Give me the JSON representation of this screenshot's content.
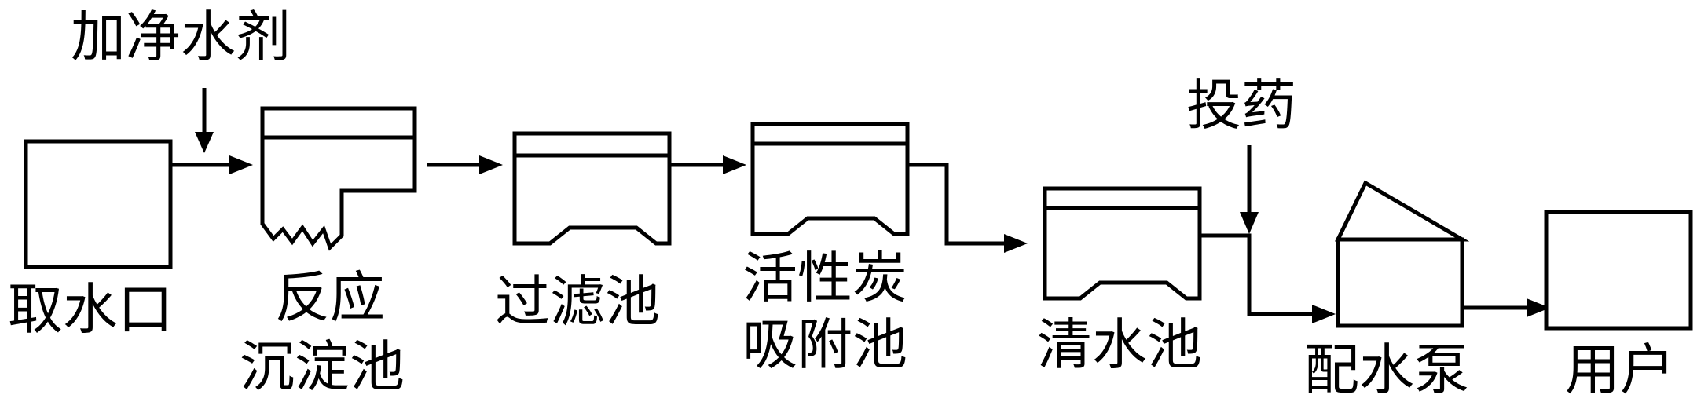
{
  "inputs": {
    "coagulant": "加净水剂",
    "dosing": "投药"
  },
  "stages": {
    "intake": "取水口",
    "reaction_line1": "反应",
    "reaction_line2": "沉淀池",
    "filter": "过滤池",
    "carbon_line1": "活性炭",
    "carbon_line2": "吸附池",
    "clear_water": "清水池",
    "pump": "配水泵",
    "user": "用户"
  },
  "colors": {
    "ink": "#000000",
    "background": "#ffffff"
  }
}
